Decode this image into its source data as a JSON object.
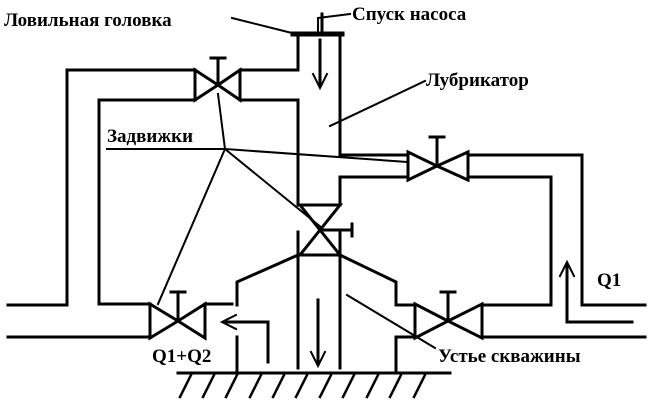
{
  "labels": {
    "fishing_head": "Ловильная головка",
    "pump_descent": "Спуск насоса",
    "lubricator": "Лубрикатор",
    "valves": "Задвижки",
    "flow_right": "Q1",
    "flow_left": "Q1+Q2",
    "wellhead": "Устье скважины"
  },
  "colors": {
    "line": "#000000",
    "background": "#ffffff"
  }
}
